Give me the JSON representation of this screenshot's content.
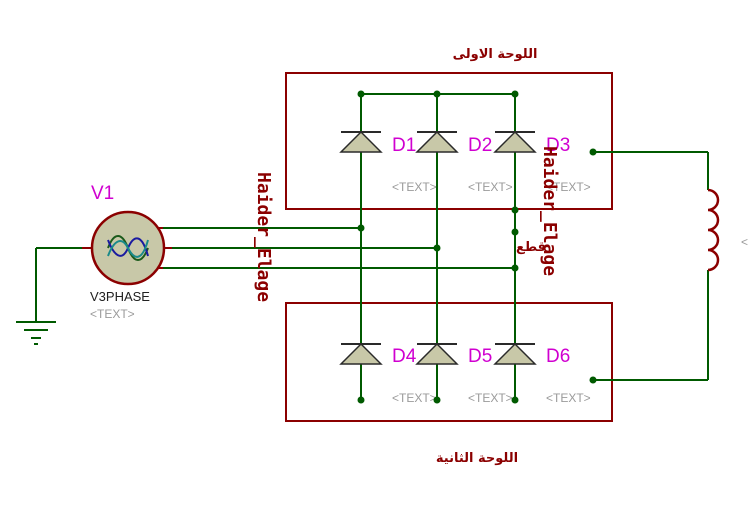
{
  "boards": {
    "top_label": "اللوحة الاولى",
    "bottom_label": "اللوحة الثانية"
  },
  "source": {
    "ref": "V1",
    "part": "V3PHASE",
    "text": "<TEXT>"
  },
  "diodes": {
    "d1": {
      "ref": "D1",
      "text": "<TEXT>"
    },
    "d2": {
      "ref": "D2",
      "text": "<TEXT>"
    },
    "d3": {
      "ref": "D3",
      "text": "<TEXT>"
    },
    "d4": {
      "ref": "D4",
      "text": "<TEXT>"
    },
    "d5": {
      "ref": "D5",
      "text": "<TEXT>"
    },
    "d6": {
      "ref": "D6",
      "text": "<TEXT>"
    }
  },
  "annotations": {
    "vertical_left": "Haider_Elage",
    "vertical_right": "Haider_Elage",
    "cut_label": "قطع"
  },
  "inductor": {
    "text": "<"
  },
  "colors": {
    "wire": "#005a00",
    "board": "#8b0000",
    "ref_label": "#d000d0",
    "placeholder_text": "#9a9a9a",
    "source_fill": "#c8c8a8"
  }
}
